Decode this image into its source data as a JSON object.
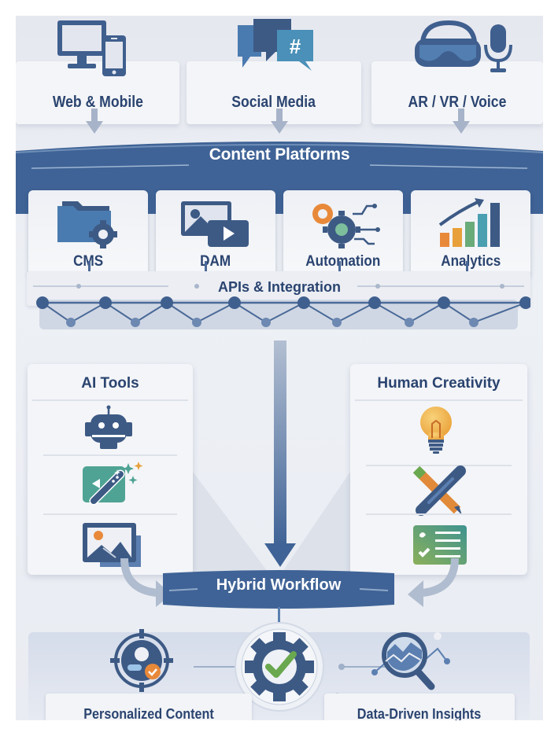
{
  "channels": [
    {
      "label": "Web & Mobile",
      "icon": "desktop-mobile-icon"
    },
    {
      "label": "Social Media",
      "icon": "chat-bubbles-hashtag-icon"
    },
    {
      "label": "AR / VR / Voice",
      "icon": "vr-headset-microphone-icon"
    }
  ],
  "platforms": {
    "title": "Content Platforms",
    "items": [
      {
        "label": "CMS",
        "icon": "folder-gear-icon"
      },
      {
        "label": "DAM",
        "icon": "image-video-icon"
      },
      {
        "label": "Automation",
        "icon": "gears-circuit-icon"
      },
      {
        "label": "Analytics",
        "icon": "bar-chart-trend-icon"
      }
    ]
  },
  "integration": {
    "label": "APIs & Integration"
  },
  "ai_tools": {
    "title": "AI Tools",
    "items": [
      "robot-icon",
      "magic-wand-image-icon",
      "image-gallery-icon"
    ]
  },
  "human_creativity": {
    "title": "Human Creativity",
    "items": [
      "lightbulb-icon",
      "pencil-pen-icon",
      "checklist-icon"
    ]
  },
  "workflow": {
    "label": "Hybrid Workflow"
  },
  "outcomes": [
    {
      "label": "Personalized Content",
      "icon": "target-user-icon"
    },
    {
      "label": "Data-Driven Insights",
      "icon": "magnifier-chart-icon"
    }
  ],
  "center_icon": "gear-check-icon",
  "colors": {
    "navy": "#2a4470",
    "primary_blue": "#3f6396",
    "light_blue": "#5b8cc0",
    "teal": "#4a9fb0",
    "orange": "#e8893a",
    "green": "#6aa84f",
    "panel": "#f4f5f8",
    "background": "#e9ecf2"
  }
}
